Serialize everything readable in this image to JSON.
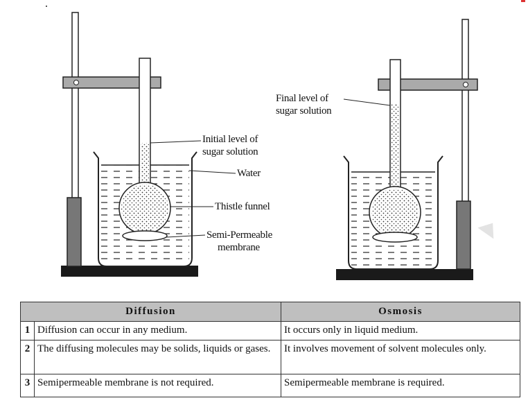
{
  "diagram": {
    "labels": {
      "initial_level": "Initial level of\nsugar solution",
      "water": "Water",
      "thistle_funnel": "Thistle funnel",
      "membrane": "Semi-Permeable\nmembrane",
      "final_level": "Final level of\nsugar solution"
    }
  },
  "table": {
    "headers": [
      "Diffusion",
      "Osmosis"
    ],
    "rows": [
      {
        "num": "1",
        "diffusion": "Diffusion can occur in any medium.",
        "osmosis": "It occurs only in liquid medium."
      },
      {
        "num": "2",
        "diffusion": "The diffusing molecules may be solids, liquids or gases.",
        "osmosis": "It involves movement of solvent molecules only."
      },
      {
        "num": "3",
        "diffusion": "Semipermeable membrane is not required.",
        "osmosis": "Semipermeable membrane is required."
      }
    ]
  }
}
